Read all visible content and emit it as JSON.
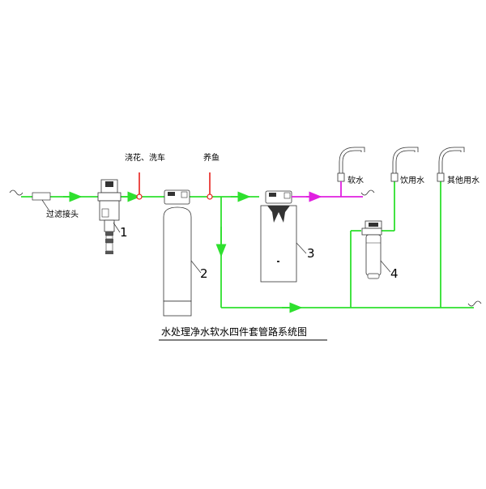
{
  "title": "水处理净水软水四件套管路系统图",
  "labels": {
    "filter_joint": "过滤接头",
    "garden_car": "浇花、洗车",
    "fish": "养鱼",
    "soft_water": "软水",
    "drinking_water": "饮用水",
    "other_water": "其他用水"
  },
  "components": {
    "c1": "1",
    "c2": "2",
    "c3": "3",
    "c4": "4"
  },
  "colors": {
    "water_line": "#2ee02e",
    "tap_line": "#e8201c",
    "soft_line": "#e020e0",
    "outline": "#333333",
    "background": "#ffffff"
  }
}
